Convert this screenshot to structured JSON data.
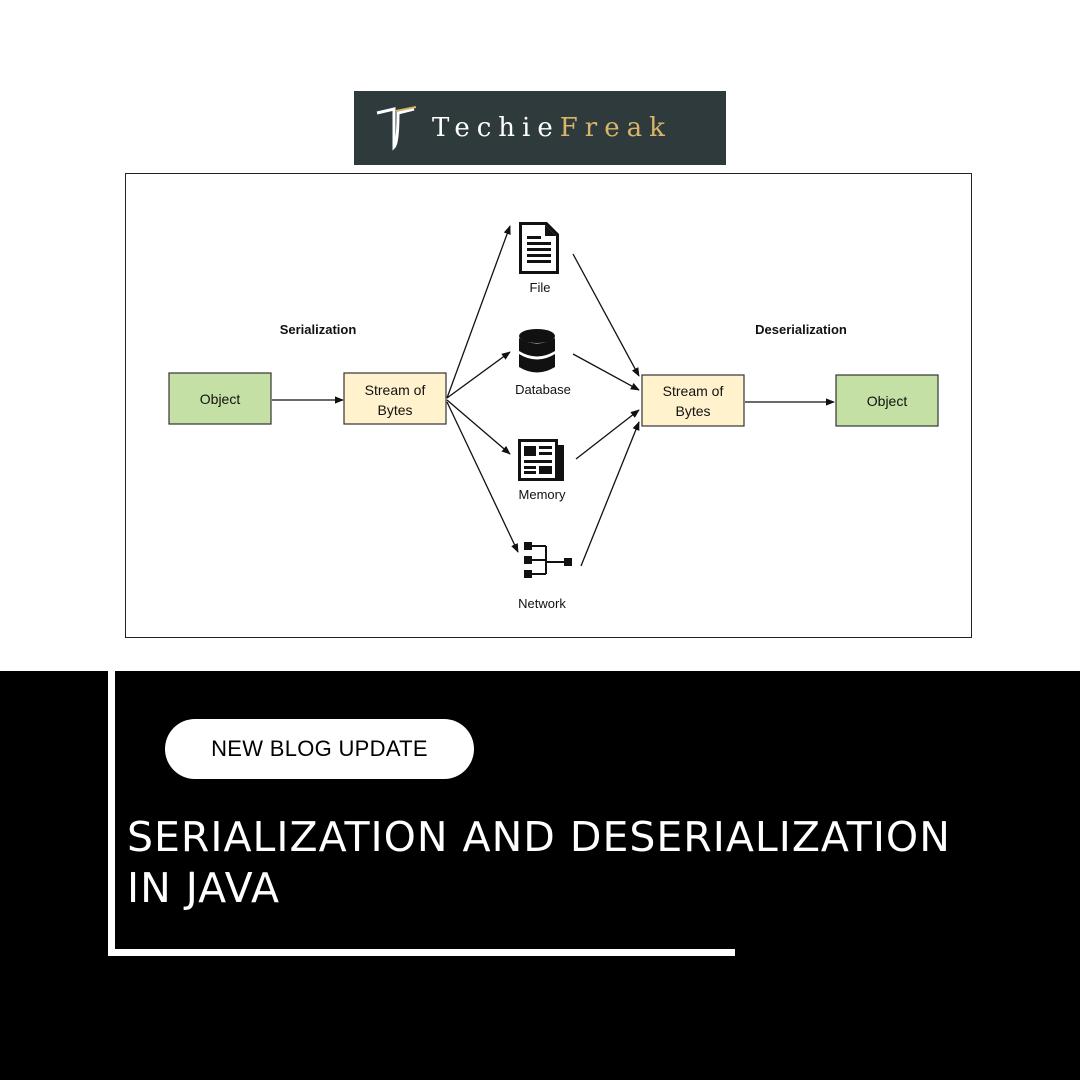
{
  "logo": {
    "word1": "Techie",
    "word2": "Freak",
    "colors": {
      "background": "#2f3a3c",
      "word1": "#ffffff",
      "word2": "#d9b56a"
    }
  },
  "diagram": {
    "serialization_label": "Serialization",
    "deserialization_label": "Deserialization",
    "left_object": "Object",
    "left_stream_line1": "Stream of",
    "left_stream_line2": "Bytes",
    "right_stream_line1": "Stream of",
    "right_stream_line2": "Bytes",
    "right_object": "Object",
    "targets": [
      {
        "label": "File",
        "icon": "file-icon"
      },
      {
        "label": "Database",
        "icon": "database-icon"
      },
      {
        "label": "Memory",
        "icon": "memory-icon"
      },
      {
        "label": "Network",
        "icon": "network-icon"
      }
    ],
    "colors": {
      "object_fill": "#c5e0a5",
      "stream_fill": "#fff2cc",
      "stroke": "#333333"
    }
  },
  "banner": {
    "badge": "NEW BLOG UPDATE",
    "title_line1": "SERIALIZATION AND DESERIALIZATION",
    "title_line2": "IN JAVA"
  }
}
